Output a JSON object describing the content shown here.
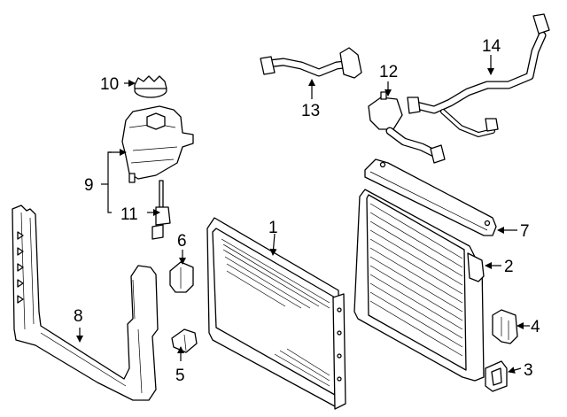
{
  "callouts": {
    "c1": "1",
    "c2": "2",
    "c3": "3",
    "c4": "4",
    "c5": "5",
    "c6": "6",
    "c7": "7",
    "c8": "8",
    "c9": "9",
    "c10": "10",
    "c11": "11",
    "c12": "12",
    "c13": "13",
    "c14": "14"
  },
  "icons": {
    "arrow": "arrowhead-icon"
  }
}
